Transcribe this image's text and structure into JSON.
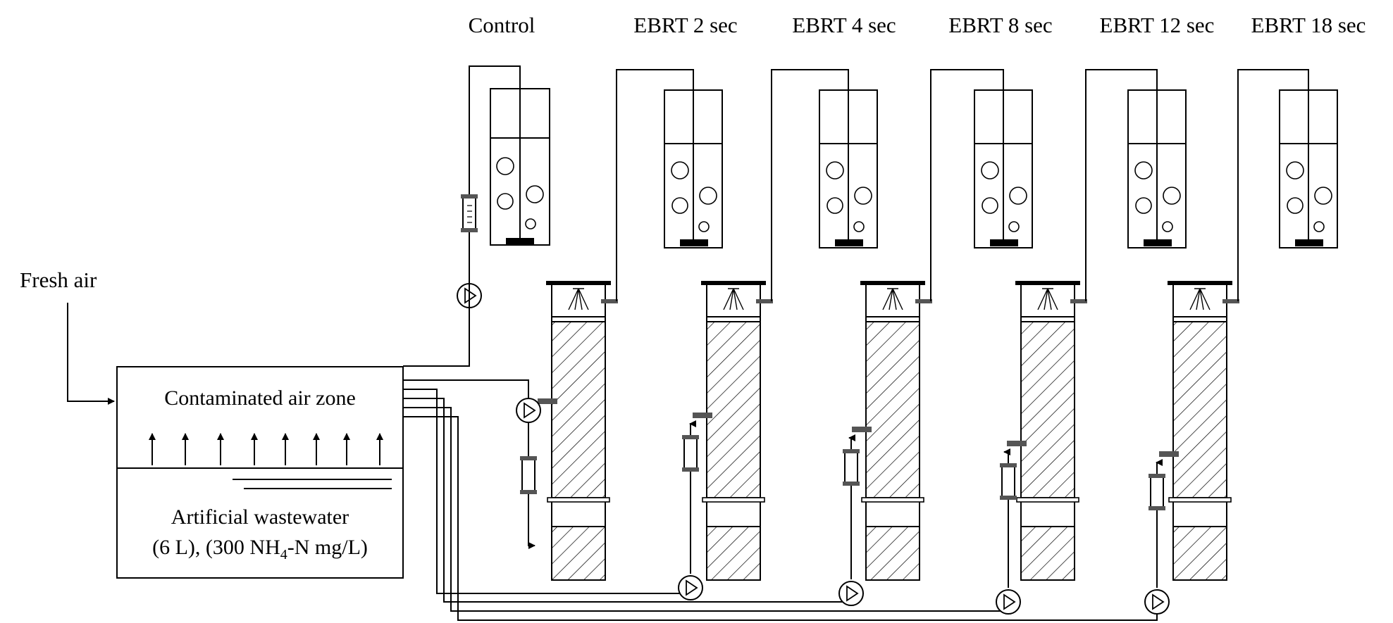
{
  "diagram": {
    "input_label": "Fresh air",
    "tank": {
      "air_zone_label": "Contaminated air zone",
      "water_line1": "Artificial wastewater",
      "water_line2_a": "(6 L), (300 NH",
      "water_line2_sub": "4",
      "water_line2_b": "-N mg/L)"
    },
    "columns": [
      {
        "label": "Control"
      },
      {
        "label": "EBRT 2 sec"
      },
      {
        "label": "EBRT 4 sec"
      },
      {
        "label": "EBRT 8 sec"
      },
      {
        "label": "EBRT 12 sec"
      },
      {
        "label": "EBRT 18 sec"
      }
    ]
  }
}
